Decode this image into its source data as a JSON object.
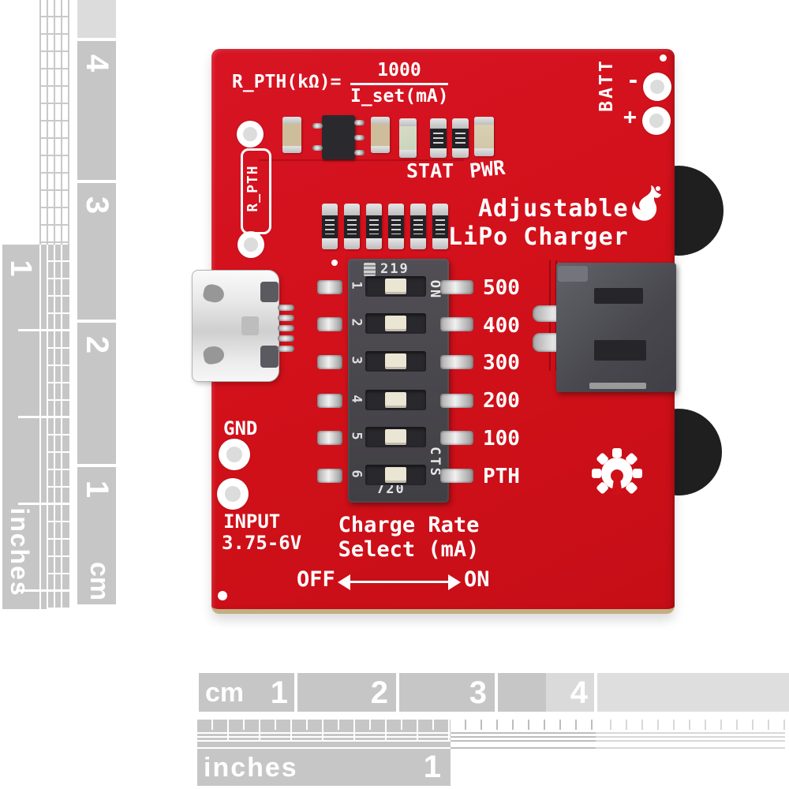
{
  "image": {
    "subject": "Red PCB — Adjustable LiPo Charger board photographed on white with cm/inch scale overlays"
  },
  "colors": {
    "board_red": "#d01019",
    "silkscreen_white": "#ffffff",
    "ruler_gray": "#c6c6c6",
    "ruler_light_gray": "#dcdcdc",
    "switch_body": "#48474c",
    "switch_actuator": "#ebe5d4"
  },
  "pcb": {
    "formula": {
      "lhs": "R_PTH(kΩ)=",
      "numerator": "1000",
      "denominator": "I_set(mA)"
    },
    "batt": {
      "label": "BATT",
      "minus": "-",
      "plus": "+"
    },
    "status_leds": {
      "stat": "STAT",
      "pwr": "PWR"
    },
    "title": {
      "line1": "Adjustable",
      "line2": "LiPo Charger"
    },
    "r_pth_box_label": "R_PTH",
    "dip_switch": {
      "numbers": [
        "1",
        "2",
        "3",
        "4",
        "5",
        "6"
      ],
      "on_label": "ON",
      "brand": "CTS",
      "code_top": "219",
      "code_bottom": "720"
    },
    "charge_rates": [
      "500",
      "400",
      "300",
      "200",
      "100",
      "PTH"
    ],
    "gnd_label": "GND",
    "input_label": {
      "line1": "INPUT",
      "line2": "3.75-6V"
    },
    "charge_rate_select": {
      "line1": "Charge Rate",
      "line2": "Select (mA)",
      "off": "OFF",
      "on": "ON"
    }
  },
  "rulers": {
    "left_cm": {
      "unit": "cm",
      "marks": [
        "4",
        "3",
        "2",
        "1"
      ]
    },
    "left_inches": {
      "unit": "inches",
      "mark": "1"
    },
    "bottom_cm": {
      "unit": "cm",
      "marks": [
        "1",
        "2",
        "3",
        "4"
      ]
    },
    "bottom_inches": {
      "unit": "inches",
      "mark": "1"
    }
  },
  "icons": {
    "flame": "sparkfun-flame-icon",
    "gear": "open-hardware-gear-icon"
  }
}
